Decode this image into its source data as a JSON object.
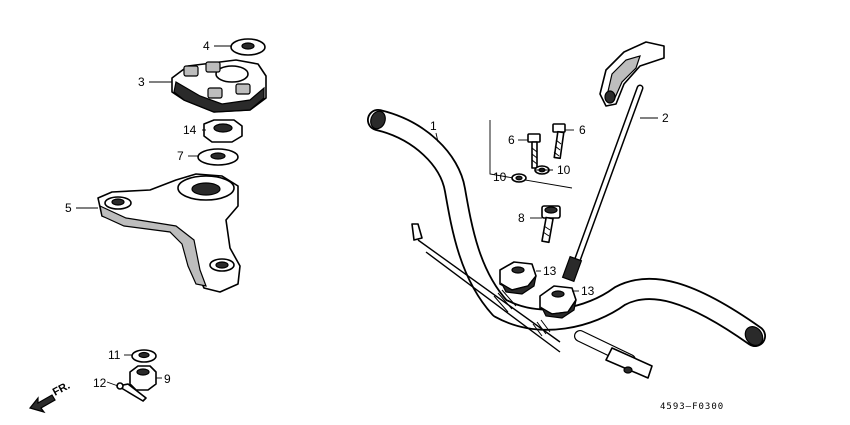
{
  "callouts": {
    "c1": "1",
    "c2": "2",
    "c3": "3",
    "c4": "4",
    "c5": "5",
    "c6a": "6",
    "c6b": "6",
    "c7": "7",
    "c8": "8",
    "c9": "9",
    "c10a": "10",
    "c10b": "10",
    "c11": "11",
    "c12": "12",
    "c13a": "13",
    "c13b": "13",
    "c14": "14"
  },
  "front_label": "FR.",
  "diagram_code": "4593–F0300",
  "colors": {
    "line": "#000000",
    "background": "#ffffff",
    "shade": "#2a2a2a"
  }
}
